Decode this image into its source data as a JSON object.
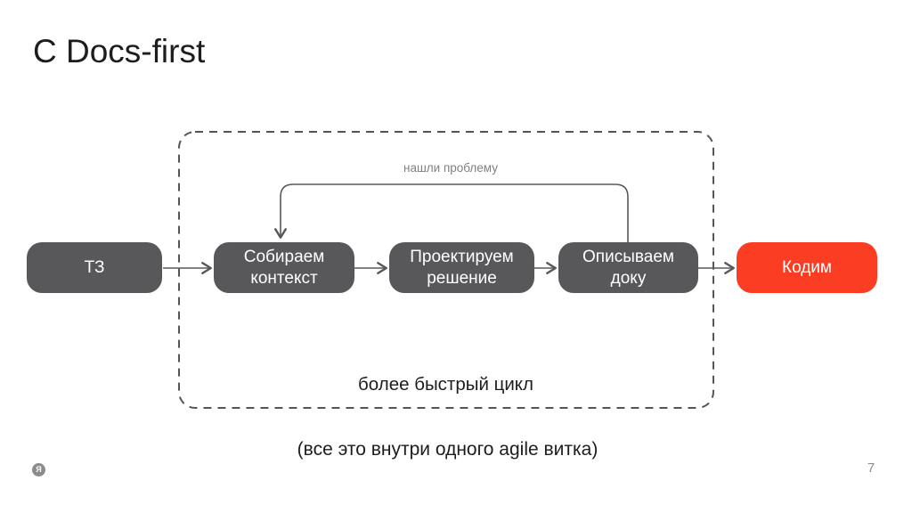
{
  "slide": {
    "title": "С Docs-first",
    "page_number": "7",
    "logo_letter": "Я"
  },
  "diagram": {
    "nodes": [
      {
        "id": "tz",
        "label": "ТЗ",
        "color": "#58585a"
      },
      {
        "id": "collect",
        "label": "Собираем контекст",
        "color": "#58585a"
      },
      {
        "id": "design",
        "label": "Проектируем решение",
        "color": "#58585a"
      },
      {
        "id": "describe",
        "label": "Описываем доку",
        "color": "#58585a"
      },
      {
        "id": "code",
        "label": "Кодим",
        "color": "#fb3d24"
      }
    ],
    "flow_order": [
      "ТЗ",
      "Собираем контекст",
      "Проектируем решение",
      "Описываем доку",
      "Кодим"
    ],
    "feedback_arrow": {
      "label": "нашли проблему",
      "from": "Описываем доку",
      "to": "Собираем контекст"
    },
    "dashed_group_caption": "более быстрый цикл",
    "footnote": "(все это внутри одного agile витка)",
    "colors": {
      "node_gray": "#58585a",
      "accent_red": "#fb3d24",
      "connector_line": "#58585a",
      "dashed_border": "#555555",
      "muted_text": "#7f7f7f"
    }
  }
}
